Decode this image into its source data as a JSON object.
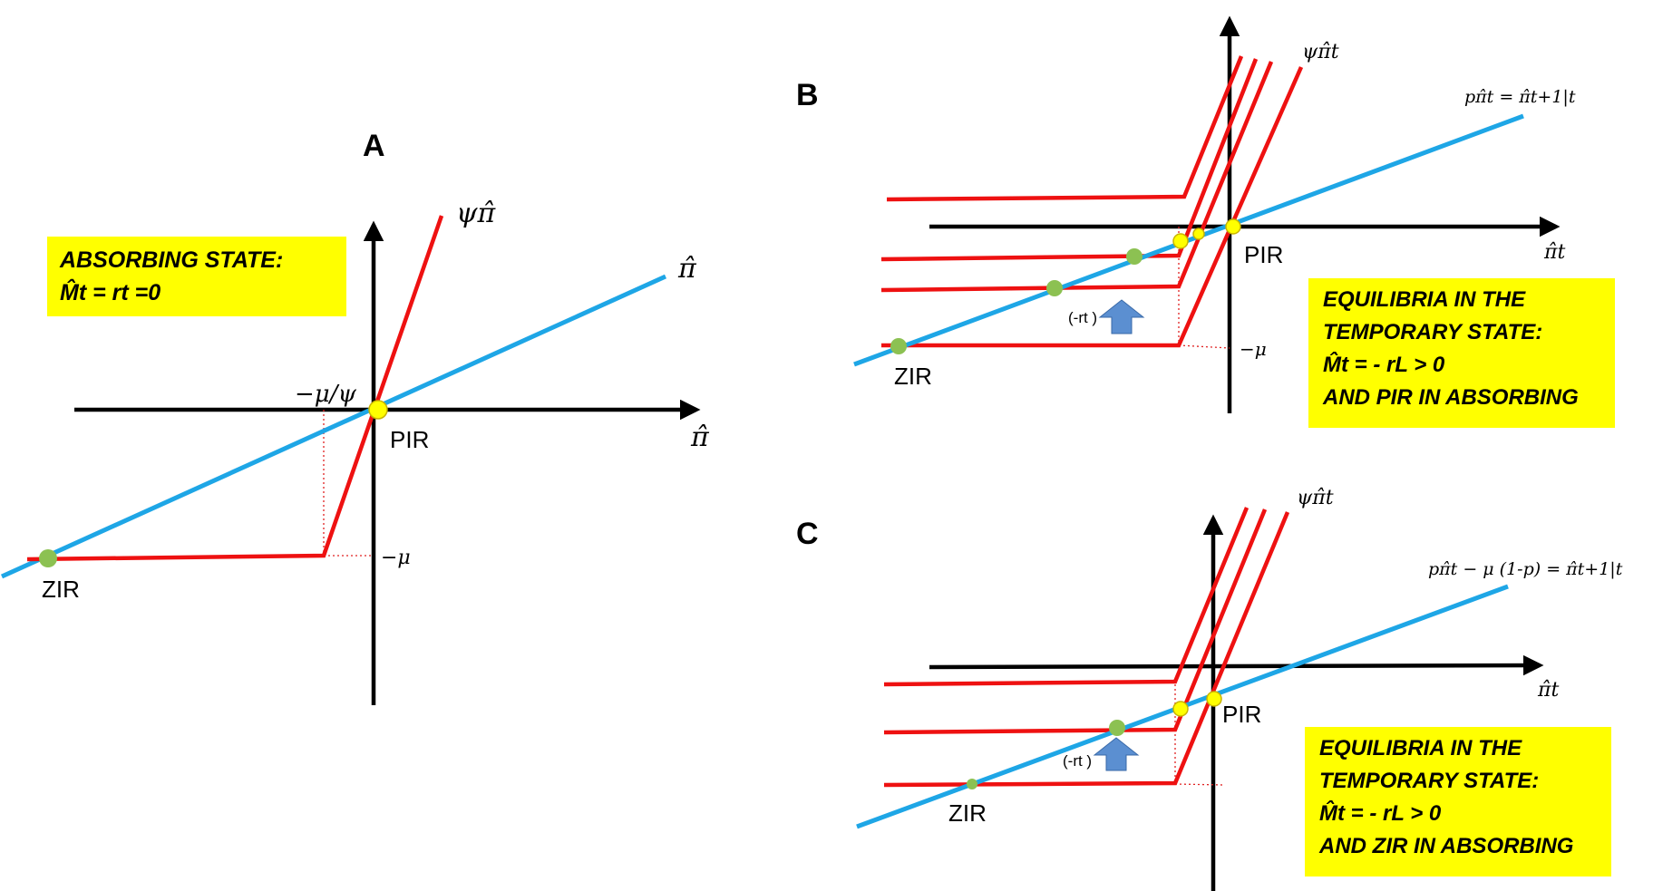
{
  "panels": {
    "a": {
      "letter": "A",
      "curve_label": "ψπ̂",
      "line_label": "π̂",
      "x_axis_label": "π̂",
      "threshold_label": "−μ/ψ",
      "mu_label": "−μ",
      "pir_label": "PIR",
      "zir_label": "ZIR",
      "box_lines": [
        "ABSORBING STATE:",
        "M̂t = rt =0"
      ]
    },
    "b": {
      "letter": "B",
      "curve_label": "ψπ̂t",
      "line_label": "pπ̂t = π̂t+1|t",
      "x_axis_label": "π̂t",
      "mu_label": "−μ",
      "shift_label": "(-rt )",
      "pir_label": "PIR",
      "zir_label": "ZIR",
      "box_lines": [
        "EQUILIBRIA IN THE",
        "TEMPORARY STATE:",
        "M̂t = - rL > 0",
        "AND PIR IN ABSORBING"
      ]
    },
    "c": {
      "letter": "C",
      "curve_label": "ψπ̂t",
      "line_label": "pπ̂t − μ (1-p) = π̂t+1|t",
      "x_axis_label": "π̂t",
      "shift_label": "(-rt )",
      "pir_label": "PIR",
      "zir_label": "ZIR",
      "box_lines": [
        "EQUILIBRIA IN THE",
        "TEMPORARY STATE:",
        "M̂t = - rL > 0",
        "AND ZIR IN ABSORBING"
      ]
    }
  },
  "colors": {
    "axis": "#000000",
    "policy_rule": "#ee1111",
    "expectation_line": "#1ea6e6",
    "box_fill": "#ffff00",
    "zir_marker": "#8cc152",
    "pir_marker": "#ffff00",
    "shift_arrow": "#5b8fd1"
  },
  "icons": {
    "shift": "up-arrow-icon"
  }
}
